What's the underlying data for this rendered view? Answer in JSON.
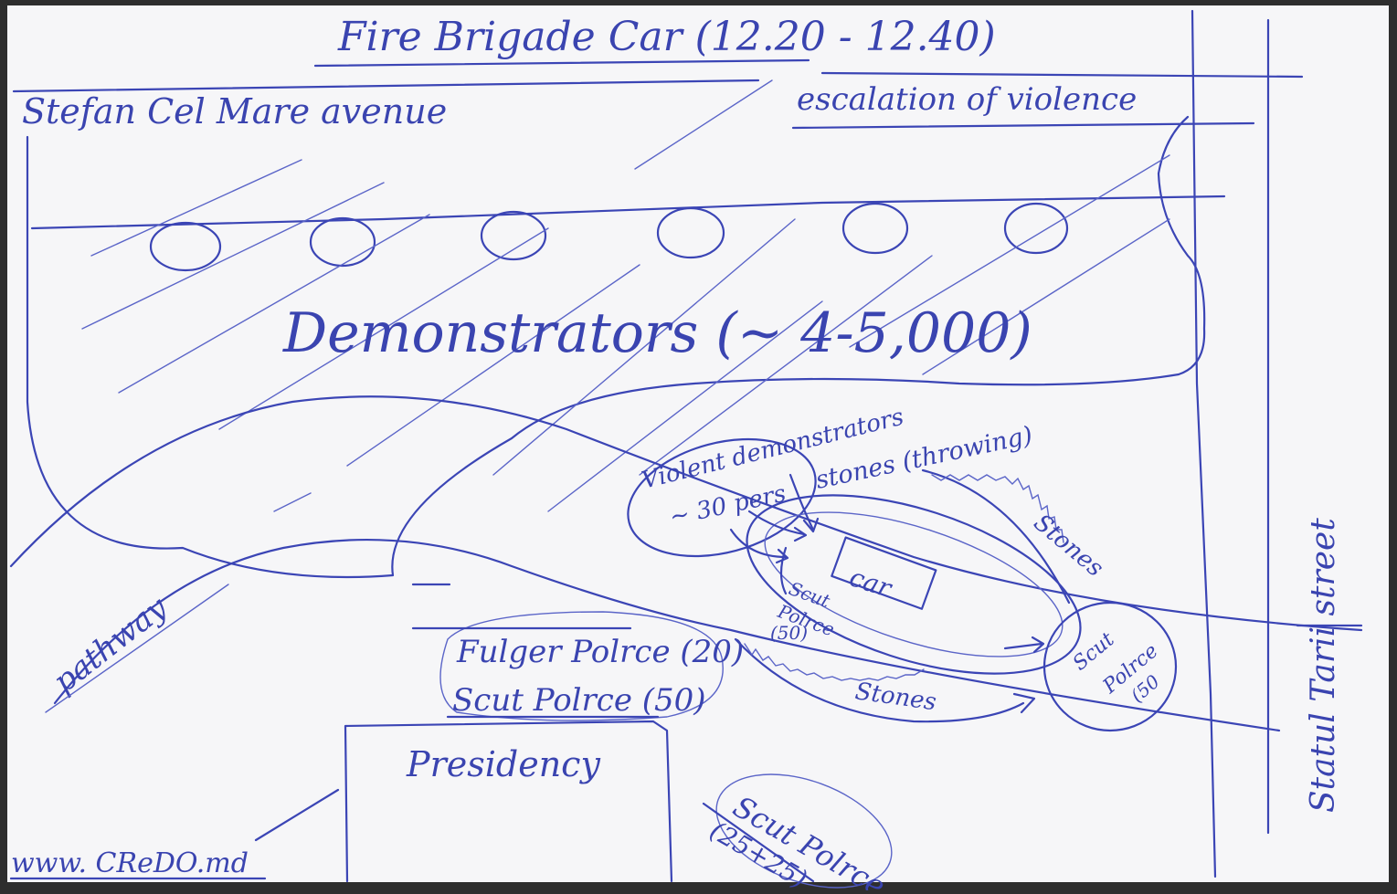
{
  "title": "Fire Brigade Car (12.20 - 12.40)",
  "labels": {
    "avenue": "Stefan Cel Mare avenue",
    "escalation": "escalation of violence",
    "demonstrators": "Demonstrators (~ 4-5,000)",
    "violent_line1": "Violent demonstrators",
    "violent_line2": "~ 30 pers",
    "stones_throwing": "stones (throwing)",
    "stones_right": "Stones",
    "stones_bottom": "Stones",
    "car": "car",
    "scut_car_1": "Scut",
    "scut_car_2": "Polrce",
    "scut_car_3": "(50)",
    "scut_right_1": "Scut",
    "scut_right_2": "Polrce",
    "scut_right_3": "(50",
    "fulger": "Fulger Polrce (20)",
    "scut_mid": "Scut Polrce (50)",
    "presidency": "Presidency",
    "scut_bottom_1": "Scut Polrce",
    "scut_bottom_2": "(25+25)",
    "pathway": "pathway",
    "street": "Statul Tarii street",
    "watermark": "www. CReDO.md"
  },
  "colors": {
    "paper": "#f6f6f8",
    "ink": "#3b45b5"
  }
}
